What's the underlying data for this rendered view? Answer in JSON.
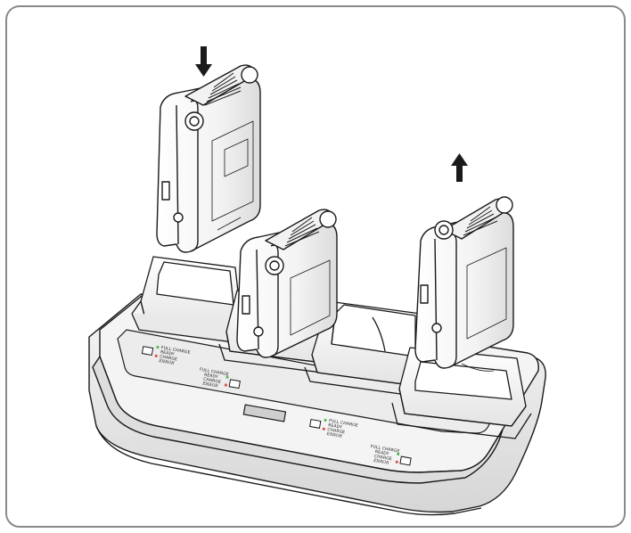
{
  "figure": {
    "arrows": {
      "insert": "arrow-down-icon",
      "remove": "arrow-up-icon"
    },
    "bays": [
      {
        "full_charge": "FULL CHARGE",
        "ready": "READY",
        "charge": "CHARGE",
        "error": "ERROR"
      },
      {
        "full_charge": "FULL CHARGE",
        "ready": "READY",
        "charge": "CHARGE",
        "error": "ERROR"
      },
      {
        "full_charge": "FULL CHARGE",
        "ready": "READY",
        "charge": "CHARGE",
        "error": "ERROR"
      },
      {
        "full_charge": "FULL CHARGE",
        "ready": "READY",
        "charge": "CHARGE",
        "error": "ERROR"
      }
    ],
    "colors": {
      "frame": "#8a8a8a",
      "line": "#1a1a1a",
      "led_green": "#5cb85c",
      "led_red": "#d9534f",
      "panel": "#e6e6e6"
    }
  }
}
